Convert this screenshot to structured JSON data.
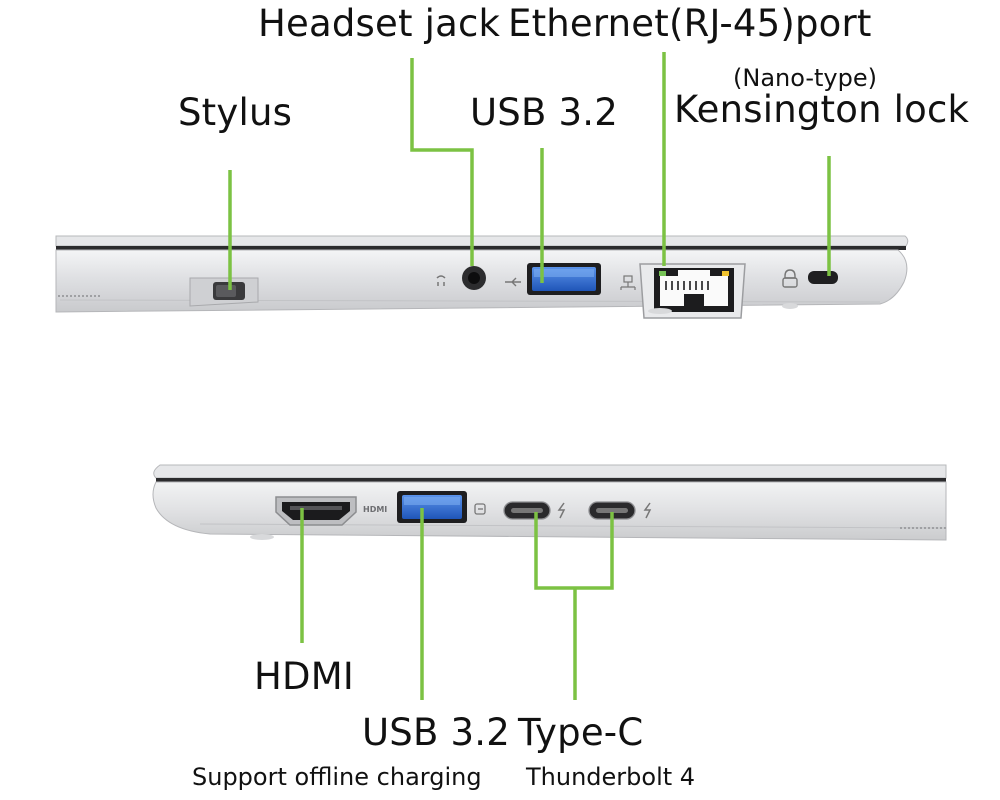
{
  "colors": {
    "callout_line": "#7cc243",
    "usb_blue": "#2f6fd6",
    "chassis": "#e4e5e7"
  },
  "top_side": {
    "labels": {
      "stylus": "Stylus",
      "headset_jack": "Headset jack",
      "ethernet": "Ethernet(RJ-45)port",
      "usb": "USB 3.2",
      "kensington_note": "(Nano-type)",
      "kensington": "Kensington lock"
    }
  },
  "bottom_side": {
    "labels": {
      "hdmi": "HDMI",
      "usb": "USB 3.2",
      "usb_note": "Support offline charging",
      "typec": "Type-C",
      "typec_note": "Thunderbolt 4"
    },
    "port_marks": {
      "hdmi_mark": "HDMI"
    }
  },
  "icons": [
    "stylus-slot-icon",
    "headset-jack-icon",
    "usb-a-port-icon",
    "ethernet-port-icon",
    "kensington-lock-icon",
    "hdmi-port-icon",
    "usb-c-port-icon",
    "thunderbolt-icon"
  ]
}
